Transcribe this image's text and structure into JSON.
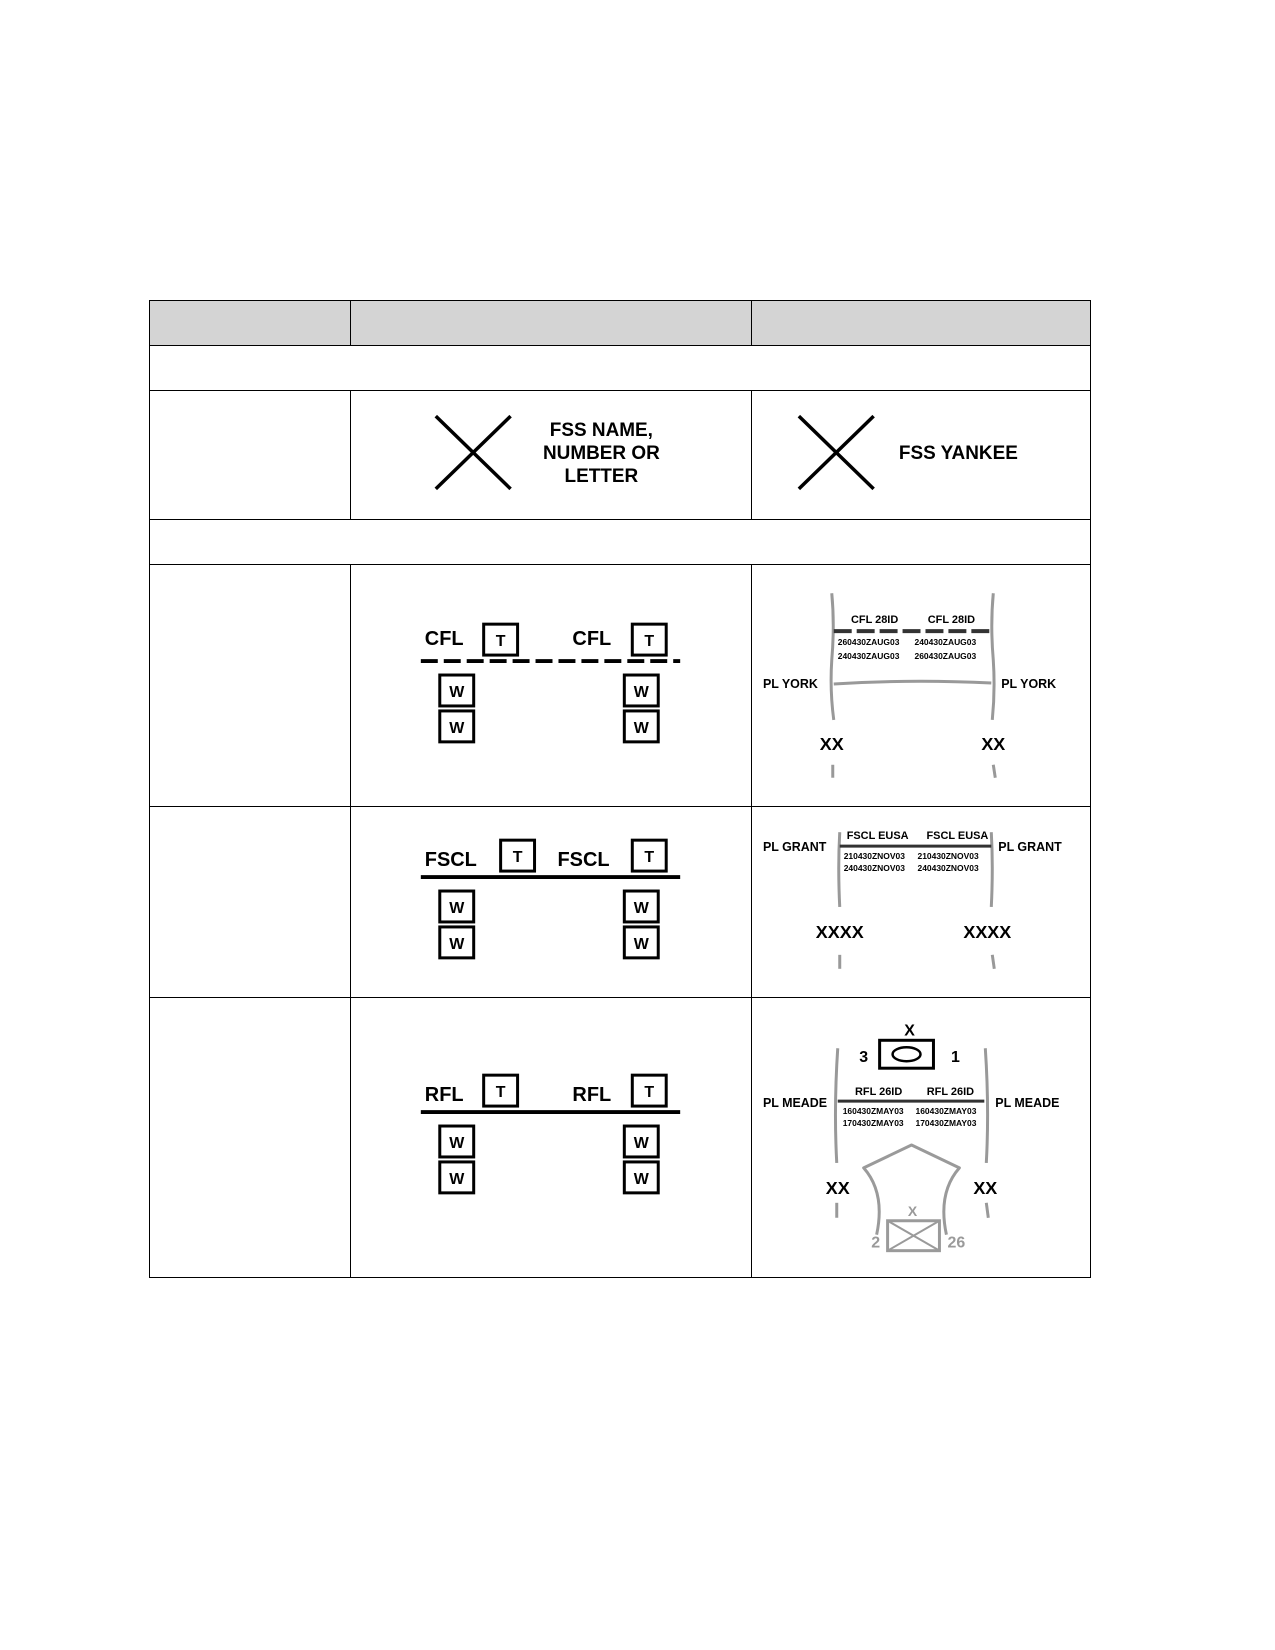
{
  "table": {
    "fss": {
      "template_label_lines": [
        "FSS NAME,",
        "NUMBER OR",
        "LETTER"
      ],
      "example_label": "FSS YANKEE"
    },
    "cfl": {
      "template": {
        "line_label_left": "CFL",
        "line_label_right": "CFL",
        "box_top": "T",
        "box_bottom_1": "W",
        "box_bottom_2": "W"
      },
      "example": {
        "unit_left": "CFL 28ID",
        "unit_right": "CFL 28ID",
        "dtg_left_1": "260430ZAUG03",
        "dtg_right_1": "240430ZAUG03",
        "dtg_left_2": "240430ZAUG03",
        "dtg_right_2": "260430ZAUG03",
        "pl_left": "PL YORK",
        "pl_right": "PL YORK",
        "echelon_left": "XX",
        "echelon_right": "XX"
      }
    },
    "fscl": {
      "template": {
        "line_label_left": "FSCL",
        "line_label_right": "FSCL",
        "box_top": "T",
        "box_bottom_1": "W",
        "box_bottom_2": "W"
      },
      "example": {
        "unit_left": "FSCL EUSA",
        "unit_right": "FSCL EUSA",
        "dtg_left_1": "210430ZNOV03",
        "dtg_right_1": "210430ZNOV03",
        "dtg_left_2": "240430ZNOV03",
        "dtg_right_2": "240430ZNOV03",
        "pl_left": "PL GRANT",
        "pl_right": "PL GRANT",
        "echelon_left": "XXXX",
        "echelon_right": "XXXX"
      }
    },
    "rfl": {
      "template": {
        "line_label_left": "RFL",
        "line_label_right": "RFL",
        "box_top": "T",
        "box_bottom_1": "W",
        "box_bottom_2": "W"
      },
      "example": {
        "top_echelon": "X",
        "top_left_num": "3",
        "top_right_num": "1",
        "unit_left": "RFL 26ID",
        "unit_right": "RFL 26ID",
        "dtg_left_1": "160430ZMAY03",
        "dtg_right_1": "160430ZMAY03",
        "dtg_left_2": "170430ZMAY03",
        "dtg_right_2": "170430ZMAY03",
        "pl_left": "PL MEADE",
        "pl_right": "PL MEADE",
        "echelon_left": "XX",
        "echelon_right": "XX",
        "bottom_echelon": "X",
        "bottom_left_num": "2",
        "bottom_right_num": "26"
      }
    }
  }
}
